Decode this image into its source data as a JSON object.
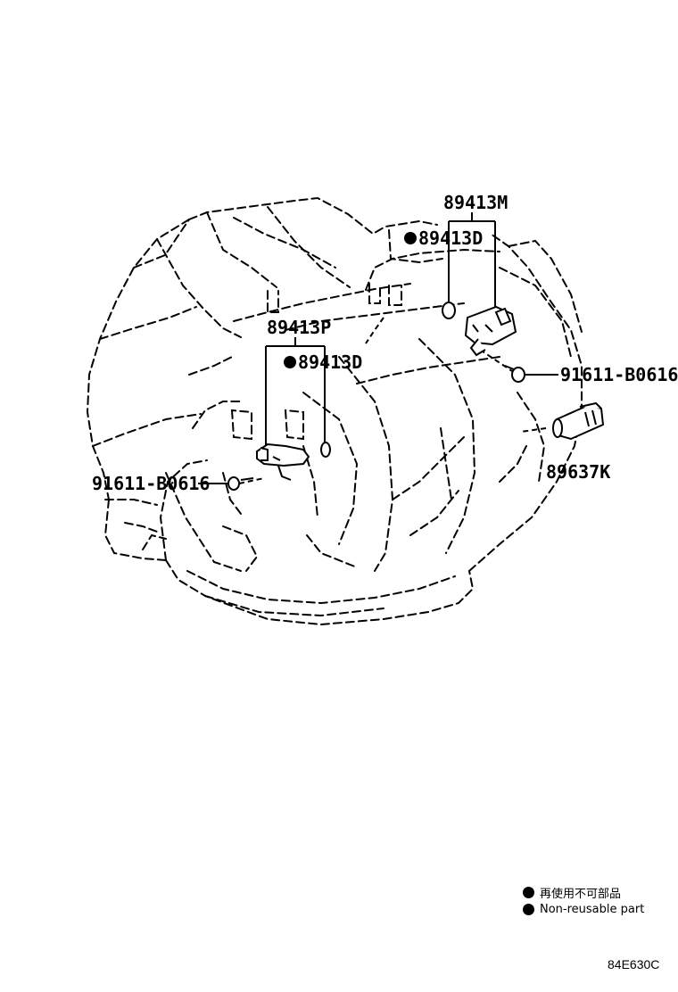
{
  "callouts": {
    "p_89413M": "89413M",
    "p_89413D_top": "89413D",
    "p_89413P": "89413P",
    "p_89413D_mid": "89413D",
    "p_91611_right": "91611-B0616",
    "p_91611_left": "91611-B0616",
    "p_89637K": "89637K"
  },
  "legend": {
    "line1": "再使用不可部品",
    "line2": "Non-reusable part"
  },
  "figure_code": "84E630C",
  "colors": {
    "ink": "#000000",
    "background": "#ffffff"
  }
}
